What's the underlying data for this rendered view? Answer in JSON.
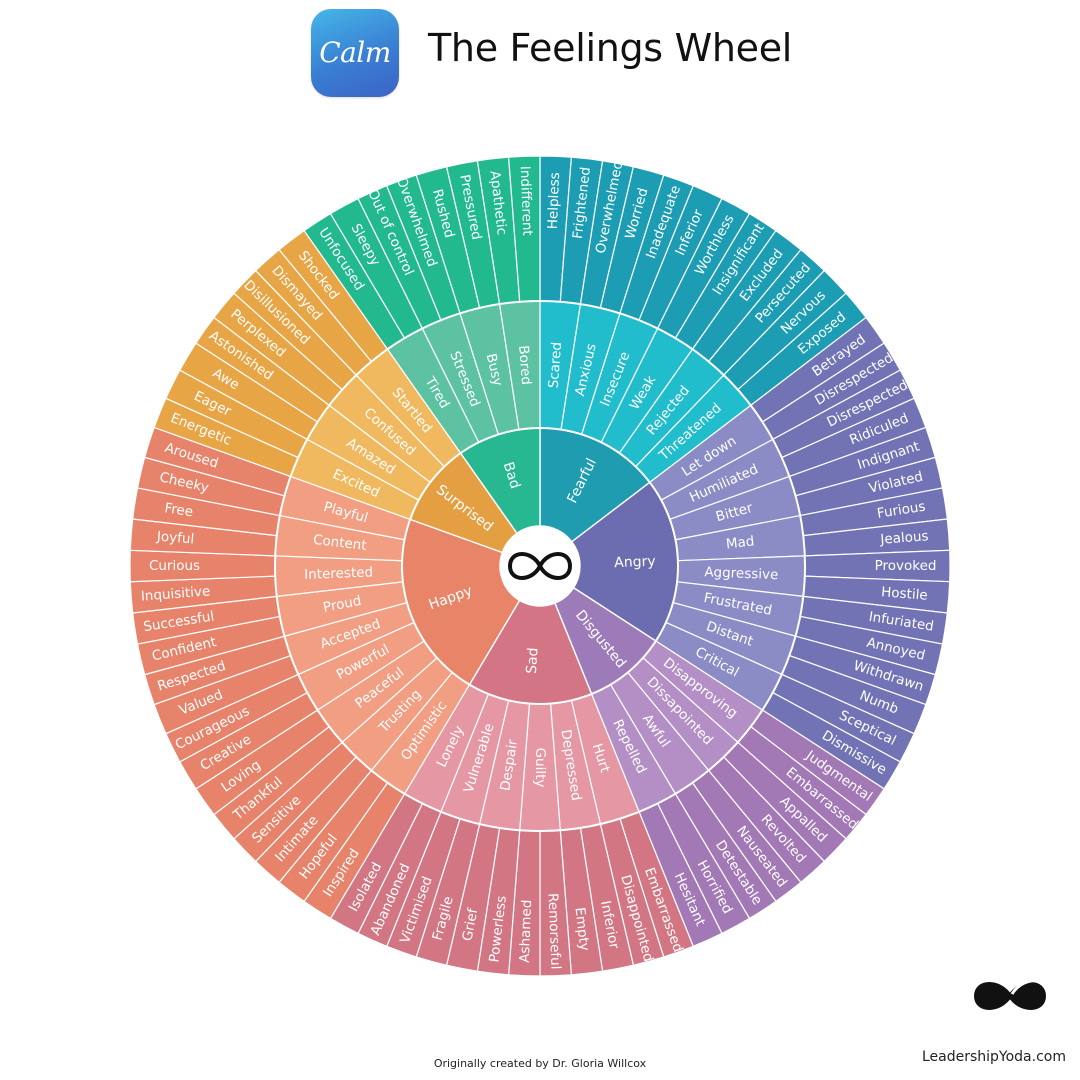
{
  "header": {
    "logo_text": "Calm",
    "title": "The Feelings Wheel"
  },
  "footer": {
    "credit": "Originally created by Dr. Gloria Willcox",
    "website": "LeadershipYoda.com"
  },
  "icons": {
    "center": "infinity-icon",
    "brand": "infinity-icon"
  },
  "wheel": {
    "categories": [
      {
        "name": "Fearful",
        "colors": [
          "#209cb0",
          "#22bdcd",
          "#1c9db3"
        ],
        "children": [
          {
            "name": "Scared",
            "leaves": [
              "Helpless",
              "Frightened"
            ]
          },
          {
            "name": "Anxious",
            "leaves": [
              "Overwhelmed",
              "Worried"
            ]
          },
          {
            "name": "Insecure",
            "leaves": [
              "Inadequate",
              "Inferior"
            ]
          },
          {
            "name": "Weak",
            "leaves": [
              "Worthless",
              "Insignificant"
            ]
          },
          {
            "name": "Rejected",
            "leaves": [
              "Excluded",
              "Persecuted"
            ]
          },
          {
            "name": "Threatened",
            "leaves": [
              "Nervous",
              "Exposed"
            ]
          }
        ]
      },
      {
        "name": "Angry",
        "colors": [
          "#6c6db0",
          "#8b8cc6",
          "#7273b5"
        ],
        "children": [
          {
            "name": "Let down",
            "leaves": [
              "Betrayed",
              "Disrespected"
            ]
          },
          {
            "name": "Humiliated",
            "leaves": [
              "Disrespected",
              "Ridiculed"
            ]
          },
          {
            "name": "Bitter",
            "leaves": [
              "Indignant",
              "Violated"
            ]
          },
          {
            "name": "Mad",
            "leaves": [
              "Furious",
              "Jealous"
            ]
          },
          {
            "name": "Aggressive",
            "leaves": [
              "Provoked",
              "Hostile"
            ]
          },
          {
            "name": "Frustrated",
            "leaves": [
              "Infuriated",
              "Annoyed"
            ]
          },
          {
            "name": "Distant",
            "leaves": [
              "Withdrawn",
              "Numb"
            ]
          },
          {
            "name": "Critical",
            "leaves": [
              "Sceptical",
              "Dismissive"
            ]
          }
        ]
      },
      {
        "name": "Disgusted",
        "colors": [
          "#9d7bb8",
          "#b38fc5",
          "#a278b5"
        ],
        "children": [
          {
            "name": "Disapproving",
            "leaves": [
              "Judgmental",
              "Embarrassed"
            ]
          },
          {
            "name": "Dissapointed",
            "leaves": [
              "Appalled",
              "Revolted"
            ]
          },
          {
            "name": "Awful",
            "leaves": [
              "Nauseated",
              "Detestable"
            ]
          },
          {
            "name": "Repelled",
            "leaves": [
              "Horrified",
              "Hesitant"
            ]
          }
        ]
      },
      {
        "name": "Sad",
        "colors": [
          "#d47585",
          "#e597a4",
          "#d27684"
        ],
        "children": [
          {
            "name": "Hurt",
            "leaves": [
              "Embarrassed",
              "Disappointed"
            ]
          },
          {
            "name": "Depressed",
            "leaves": [
              "Inferior",
              "Empty"
            ]
          },
          {
            "name": "Guilty",
            "leaves": [
              "Remorseful",
              "Ashamed"
            ]
          },
          {
            "name": "Despair",
            "leaves": [
              "Powerless",
              "Grief"
            ]
          },
          {
            "name": "Vulnerable",
            "leaves": [
              "Fragile",
              "Victimised"
            ]
          },
          {
            "name": "Lonely",
            "leaves": [
              "Abandoned",
              "Isolated"
            ]
          }
        ]
      },
      {
        "name": "Happy",
        "colors": [
          "#e88468",
          "#f29e83",
          "#e7836a"
        ],
        "children": [
          {
            "name": "Optimistic",
            "leaves": [
              "Inspired",
              "Hopeful"
            ]
          },
          {
            "name": "Trusting",
            "leaves": [
              "Intimate",
              "Sensitive"
            ]
          },
          {
            "name": "Peaceful",
            "leaves": [
              "Thankful",
              "Loving"
            ]
          },
          {
            "name": "Powerful",
            "leaves": [
              "Creative",
              "Courageous"
            ]
          },
          {
            "name": "Accepted",
            "leaves": [
              "Valued",
              "Respected"
            ]
          },
          {
            "name": "Proud",
            "leaves": [
              "Confident",
              "Successful"
            ]
          },
          {
            "name": "Interested",
            "leaves": [
              "Inquisitive",
              "Curious"
            ]
          },
          {
            "name": "Content",
            "leaves": [
              "Joyful",
              "Free"
            ]
          },
          {
            "name": "Playful",
            "leaves": [
              "Cheeky",
              "Aroused"
            ]
          }
        ]
      },
      {
        "name": "Surprised",
        "colors": [
          "#e59f43",
          "#f0b95f",
          "#e8a546"
        ],
        "children": [
          {
            "name": "Excited",
            "leaves": [
              "Energetic",
              "Eager"
            ]
          },
          {
            "name": "Amazed",
            "leaves": [
              "Awe",
              "Astonished"
            ]
          },
          {
            "name": "Confused",
            "leaves": [
              "Perplexed",
              "Disillusioned"
            ]
          },
          {
            "name": "Startled",
            "leaves": [
              "Dismayed",
              "Shocked"
            ]
          }
        ]
      },
      {
        "name": "Bad",
        "colors": [
          "#27b892",
          "#5cc2a2",
          "#22b98e"
        ],
        "children": [
          {
            "name": "Tired",
            "leaves": [
              "Unfocused",
              "Sleepy"
            ]
          },
          {
            "name": "Stressed",
            "leaves": [
              "Out of control",
              "Overwhelmed"
            ]
          },
          {
            "name": "Busy",
            "leaves": [
              "Rushed",
              "Pressured"
            ]
          },
          {
            "name": "Bored",
            "leaves": [
              "Apathetic",
              "Indifferent"
            ]
          }
        ]
      }
    ]
  }
}
